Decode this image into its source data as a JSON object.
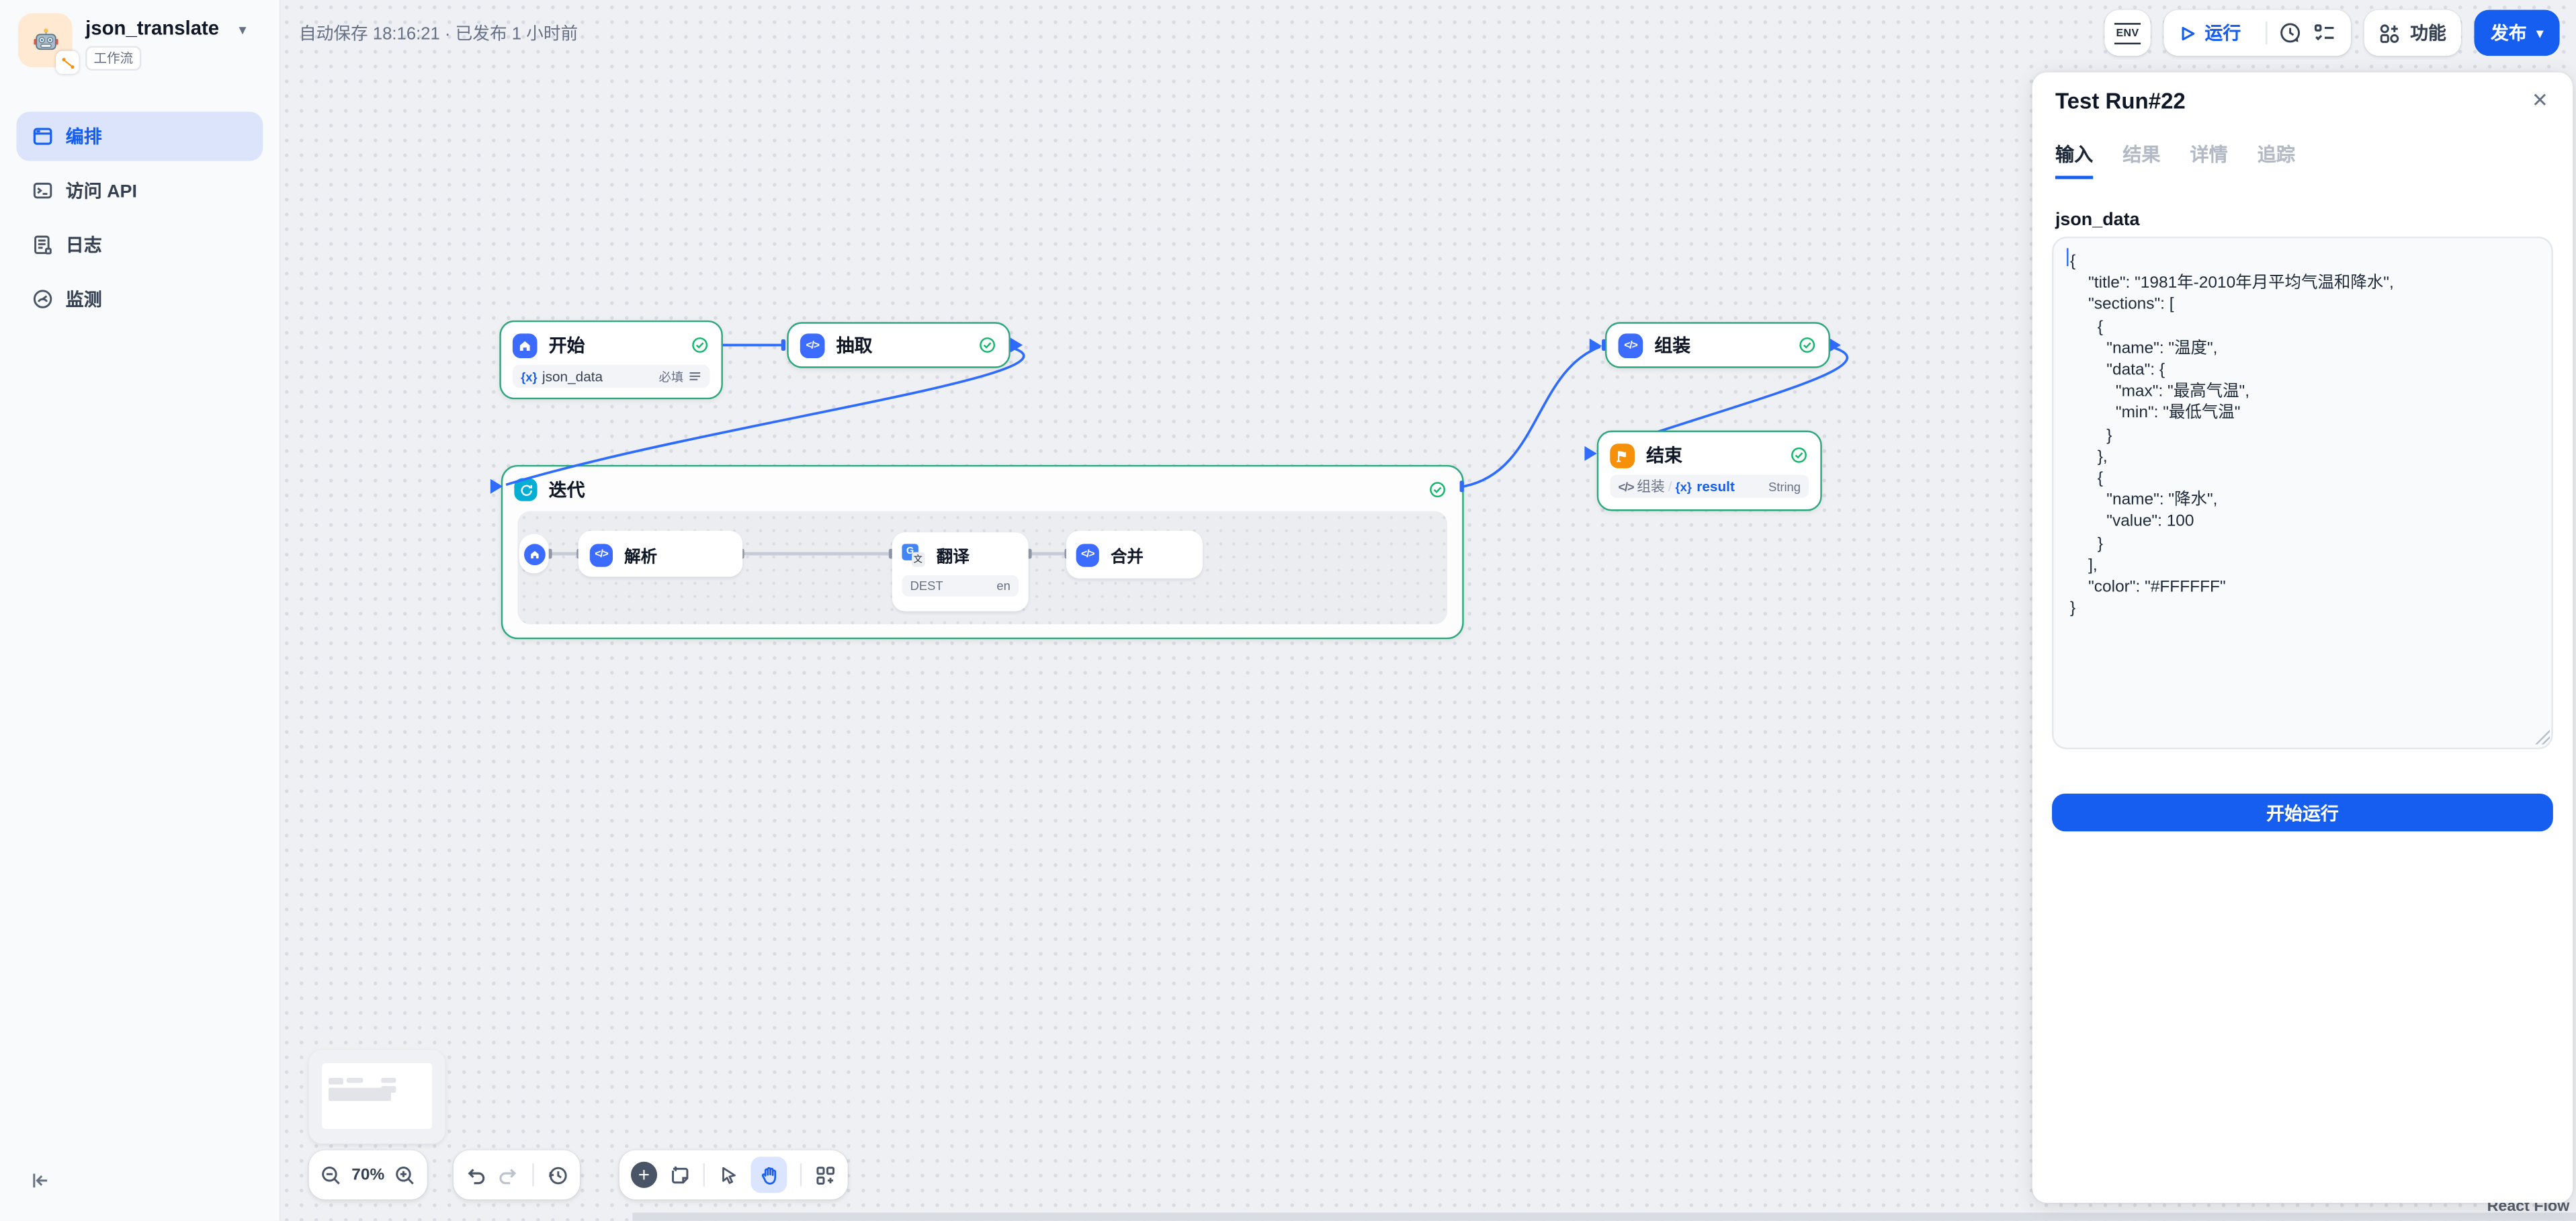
{
  "app": {
    "name": "json_translate",
    "type_badge": "工作流"
  },
  "sidebar": {
    "items": [
      {
        "label": "编排",
        "active": true
      },
      {
        "label": "访问 API",
        "active": false
      },
      {
        "label": "日志",
        "active": false
      },
      {
        "label": "监测",
        "active": false
      }
    ]
  },
  "topbar": {
    "status": "自动保存 18:16:21 · 已发布 1 小时前",
    "env_label": "ENV",
    "run_label": "运行",
    "features_label": "功能",
    "publish_label": "发布"
  },
  "canvas": {
    "zoom_level": "70%",
    "attribution": "React Flow",
    "nodes": {
      "start": {
        "title": "开始",
        "field": "json_data",
        "required_label": "必填"
      },
      "extract": {
        "title": "抽取"
      },
      "iteration": {
        "title": "迭代",
        "children": {
          "parse": {
            "title": "解析"
          },
          "translate": {
            "title": "翻译",
            "field": "DEST",
            "value": "en"
          },
          "merge": {
            "title": "合并"
          }
        }
      },
      "assemble": {
        "title": "组装"
      },
      "end": {
        "title": "结束",
        "ref_node": "组装",
        "ref_var": "result",
        "type": "String"
      }
    }
  },
  "panel": {
    "title": "Test Run#22",
    "close_icon": "✕",
    "tabs": [
      {
        "label": "输入",
        "active": true
      },
      {
        "label": "结果",
        "active": false
      },
      {
        "label": "详情",
        "active": false
      },
      {
        "label": "追踪",
        "active": false
      }
    ],
    "field_label": "json_data",
    "json_value": "{\n    \"title\": \"1981年-2010年月平均气温和降水\",\n    \"sections\": [\n      {\n        \"name\": \"温度\",\n        \"data\": {\n          \"max\": \"最高气温\",\n          \"min\": \"最低气温\"\n        }\n      },\n      {\n        \"name\": \"降水\",\n        \"value\": 100\n      }\n    ],\n    \"color\": \"#FFFFFF\"\n}",
    "run_button": "开始运行"
  },
  "colors": {
    "primary": "#155eef",
    "edge": "#2e6bff",
    "success_border": "#2ca97c",
    "node_icon_blue": "#3b6cff",
    "iteration_icon": "#06aed4",
    "end_icon": "#f79009",
    "canvas_bg": "#eef0f3"
  }
}
